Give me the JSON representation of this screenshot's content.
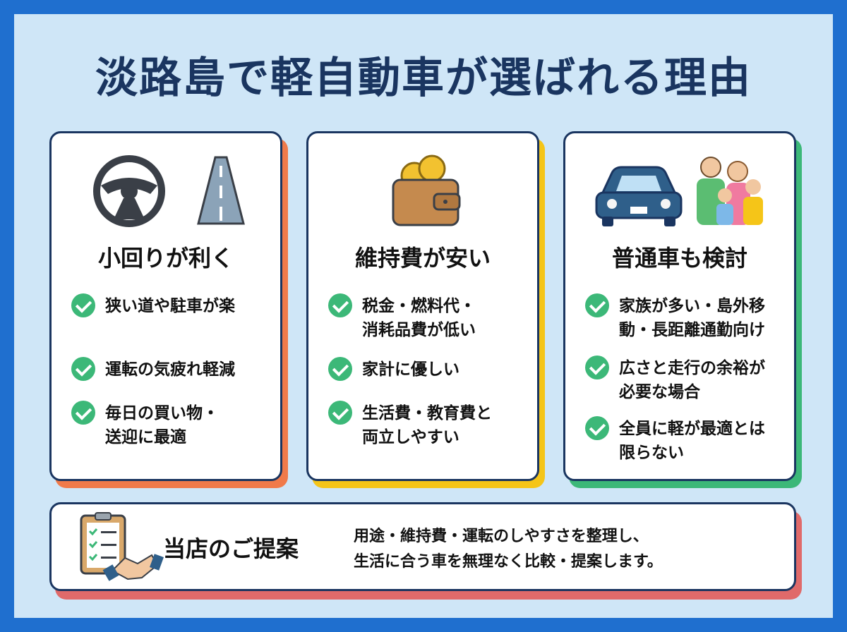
{
  "title": "淡路島で軽自動車が選ばれる理由",
  "cards": [
    {
      "title": "小回りが利く",
      "shadow_color": "#f07a4a",
      "icons": [
        "steering-wheel-icon",
        "road-icon"
      ],
      "items": [
        "狭い道や駐車が楽",
        "運転の気疲れ軽減",
        "毎日の買い物・\n送迎に最適"
      ]
    },
    {
      "title": "維持費が安い",
      "shadow_color": "#f5c518",
      "icons": [
        "wallet-coins-icon"
      ],
      "items": [
        "税金・燃料代・\n消耗品費が低い",
        "家計に優しい",
        "生活費・教育費と\n両立しやすい"
      ]
    },
    {
      "title": "普通車も検討",
      "shadow_color": "#3cb878",
      "icons": [
        "car-icon",
        "family-icon"
      ],
      "items": [
        "家族が多い・島外移\n動・長距離通勤向け",
        "広さと走行の余裕が\n必要な場合",
        "全員に軽が最適とは\n限らない"
      ]
    }
  ],
  "proposal": {
    "title": "当店のご提案",
    "text": "用途・維持費・運転のしやすさを整理し、\n生活に合う車を無理なく比較・提案します。",
    "icon": "clipboard-handshake-icon",
    "shadow_color": "#e06a6a"
  },
  "colors": {
    "border": "#1f6fcf",
    "background": "#cfe6f7",
    "navy": "#1a3560",
    "check": "#3cb878"
  }
}
